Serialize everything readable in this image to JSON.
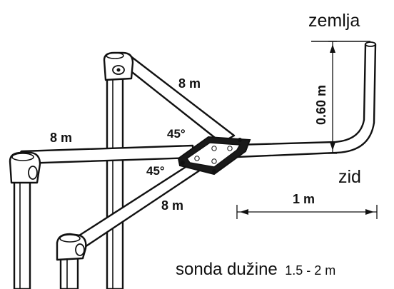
{
  "labels": {
    "zemlja": "zemlja",
    "zid": "zid",
    "upper_arm": "8 m",
    "left_arm": "8 m",
    "lower_arm": "8 m",
    "angle_upper": "45°",
    "angle_lower": "45°",
    "height": "0.60 m",
    "width": "1 m",
    "caption_text": "sonda dužine",
    "caption_range": "1.5 - 2 m"
  }
}
